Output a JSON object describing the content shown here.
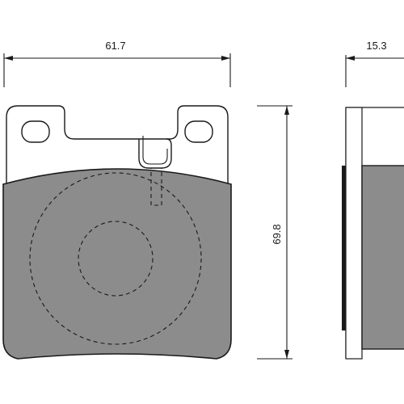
{
  "dimensions": {
    "width": "61.7",
    "height": "69.8",
    "thickness": "15.3"
  },
  "colors": {
    "line": "#1a1a1a",
    "pad_fill": "#8c8c8c",
    "backing_fill": "#ffffff",
    "background": "#ffffff"
  }
}
